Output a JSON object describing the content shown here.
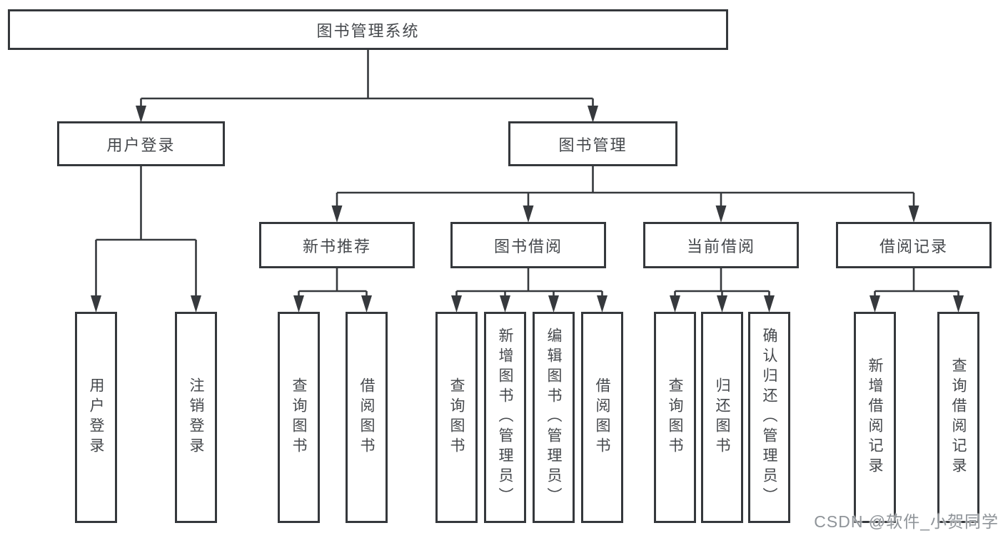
{
  "diagram": {
    "root": {
      "label": "图书管理系统"
    },
    "branches": [
      {
        "label": "用户登录",
        "children": [
          "用户登录",
          "注销登录"
        ]
      },
      {
        "label": "图书管理",
        "sections": [
          {
            "label": "新书推荐",
            "children": [
              "查询图书",
              "借阅图书"
            ]
          },
          {
            "label": "图书借阅",
            "children": [
              "查询图书",
              "新增图书（管理员）",
              "编辑图书（管理员）",
              "借阅图书"
            ]
          },
          {
            "label": "当前借阅",
            "children": [
              "查询图书",
              "归还图书",
              "确认归还（管理员）"
            ]
          },
          {
            "label": "借阅记录",
            "children": [
              "新增借阅记录",
              "查询借阅记录"
            ]
          }
        ]
      }
    ]
  },
  "watermark": {
    "text": "CSDN @软件_小贺同学"
  },
  "colors": {
    "background": "#ffffff",
    "line": "#36393d",
    "box_border": "#35383c",
    "text": "#45484c",
    "watermark": "#8f9499"
  }
}
